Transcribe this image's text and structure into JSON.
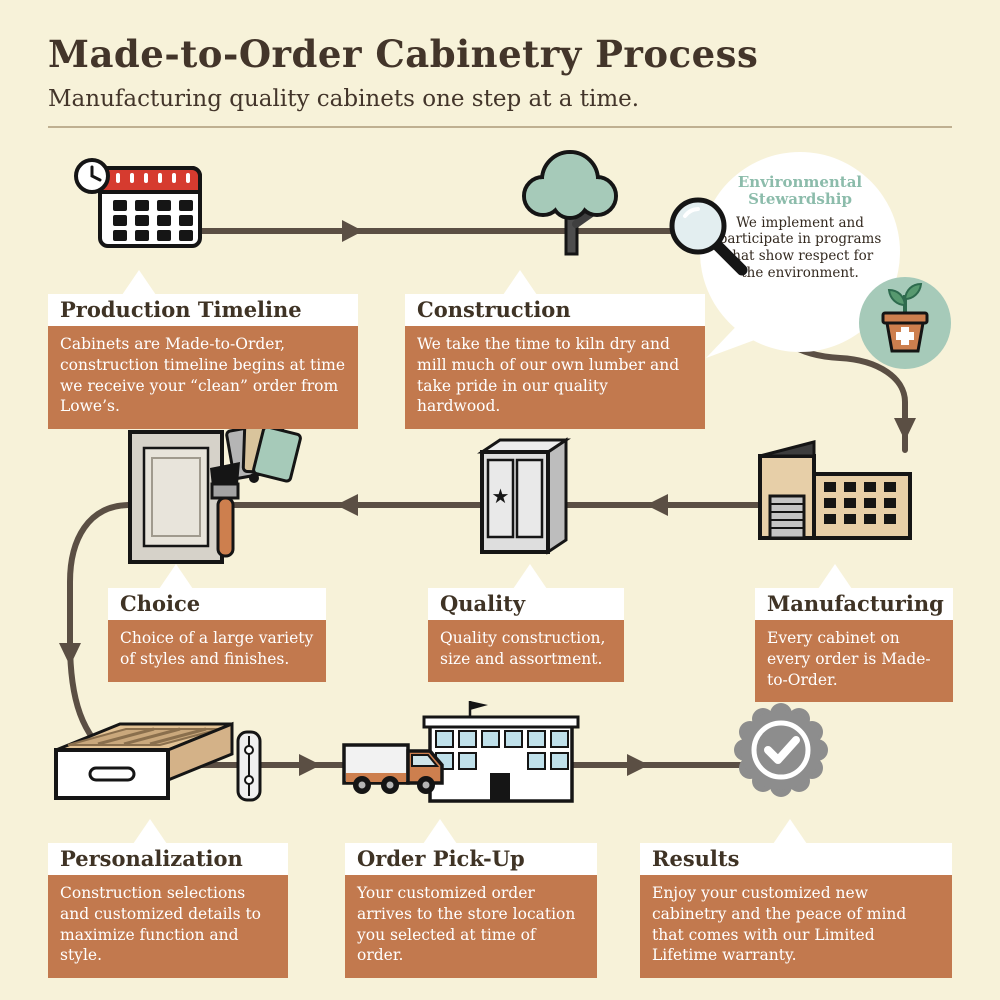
{
  "page": {
    "title": "Made-to-Order Cabinetry Process",
    "subtitle": "Manufacturing quality cabinets one step at a time."
  },
  "colors": {
    "background": "#f7f2d9",
    "terracotta": "#c2794e",
    "teal": "#a6cab9",
    "teal_text": "#8cbcab",
    "dark_brown_text": "#43352a",
    "flow_path": "#5b4f44",
    "badge_gray": "#8d8d8d",
    "building_tan": "#e7cfa8",
    "window_blue": "#bfe0ea"
  },
  "steps": [
    {
      "id": "production-timeline",
      "title": "Production Timeline",
      "icon": "calendar-clock-icon",
      "body": "Cabinets are Made-to-Order, construction timeline begins at time we receive your “clean” order  from Lowe’s."
    },
    {
      "id": "construction",
      "title": "Construction",
      "icon": "tree-icon",
      "body": "We take the time to kiln dry and mill much of our own lumber and take pride in our quality hardwood."
    },
    {
      "id": "manufacturing",
      "title": "Manufacturing",
      "icon": "factory-icon",
      "body": "Every cabinet on every order is Made-to-Order."
    },
    {
      "id": "quality",
      "title": "Quality",
      "icon": "cabinet-star-icon",
      "body": "Quality construction, size and assortment."
    },
    {
      "id": "choice",
      "title": "Choice",
      "icon": "door-sample-paintbrush-icon",
      "body": "Choice of a large variety of styles and finishes."
    },
    {
      "id": "personalization",
      "title": "Personalization",
      "icon": "drawer-icon",
      "body": "Construction selections and customized details to maximize function and style."
    },
    {
      "id": "order-pickup",
      "title": "Order Pick-Up",
      "icon": "truck-store-icon",
      "body": "Your customized order arrives to the store location you selected at time of order."
    },
    {
      "id": "results",
      "title": "Results",
      "icon": "checkmark-badge-icon",
      "body": "Enjoy  your customized new cabinetry and the peace of mind that comes with our Limited Lifetime warranty."
    }
  ],
  "callout": {
    "title": "Environmental Stewardship",
    "body": "We implement and participate in programs that show respect for the environment.",
    "icon": "plant-pot-icon"
  }
}
